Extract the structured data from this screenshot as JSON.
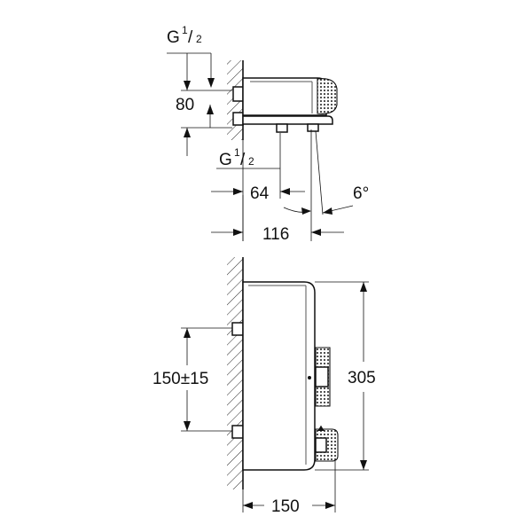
{
  "side_view": {
    "inlet_label": {
      "prefix": "G",
      "numerator": "1",
      "denominator": "2"
    },
    "height_label": "80",
    "outlet_label": {
      "prefix": "G",
      "numerator": "1",
      "denominator": "2"
    },
    "outlet_distance_label": "64",
    "angle_label": "6°",
    "depth_label": "116"
  },
  "front_view": {
    "centers_label": "150±15",
    "height_label": "305",
    "width_label": "150"
  }
}
